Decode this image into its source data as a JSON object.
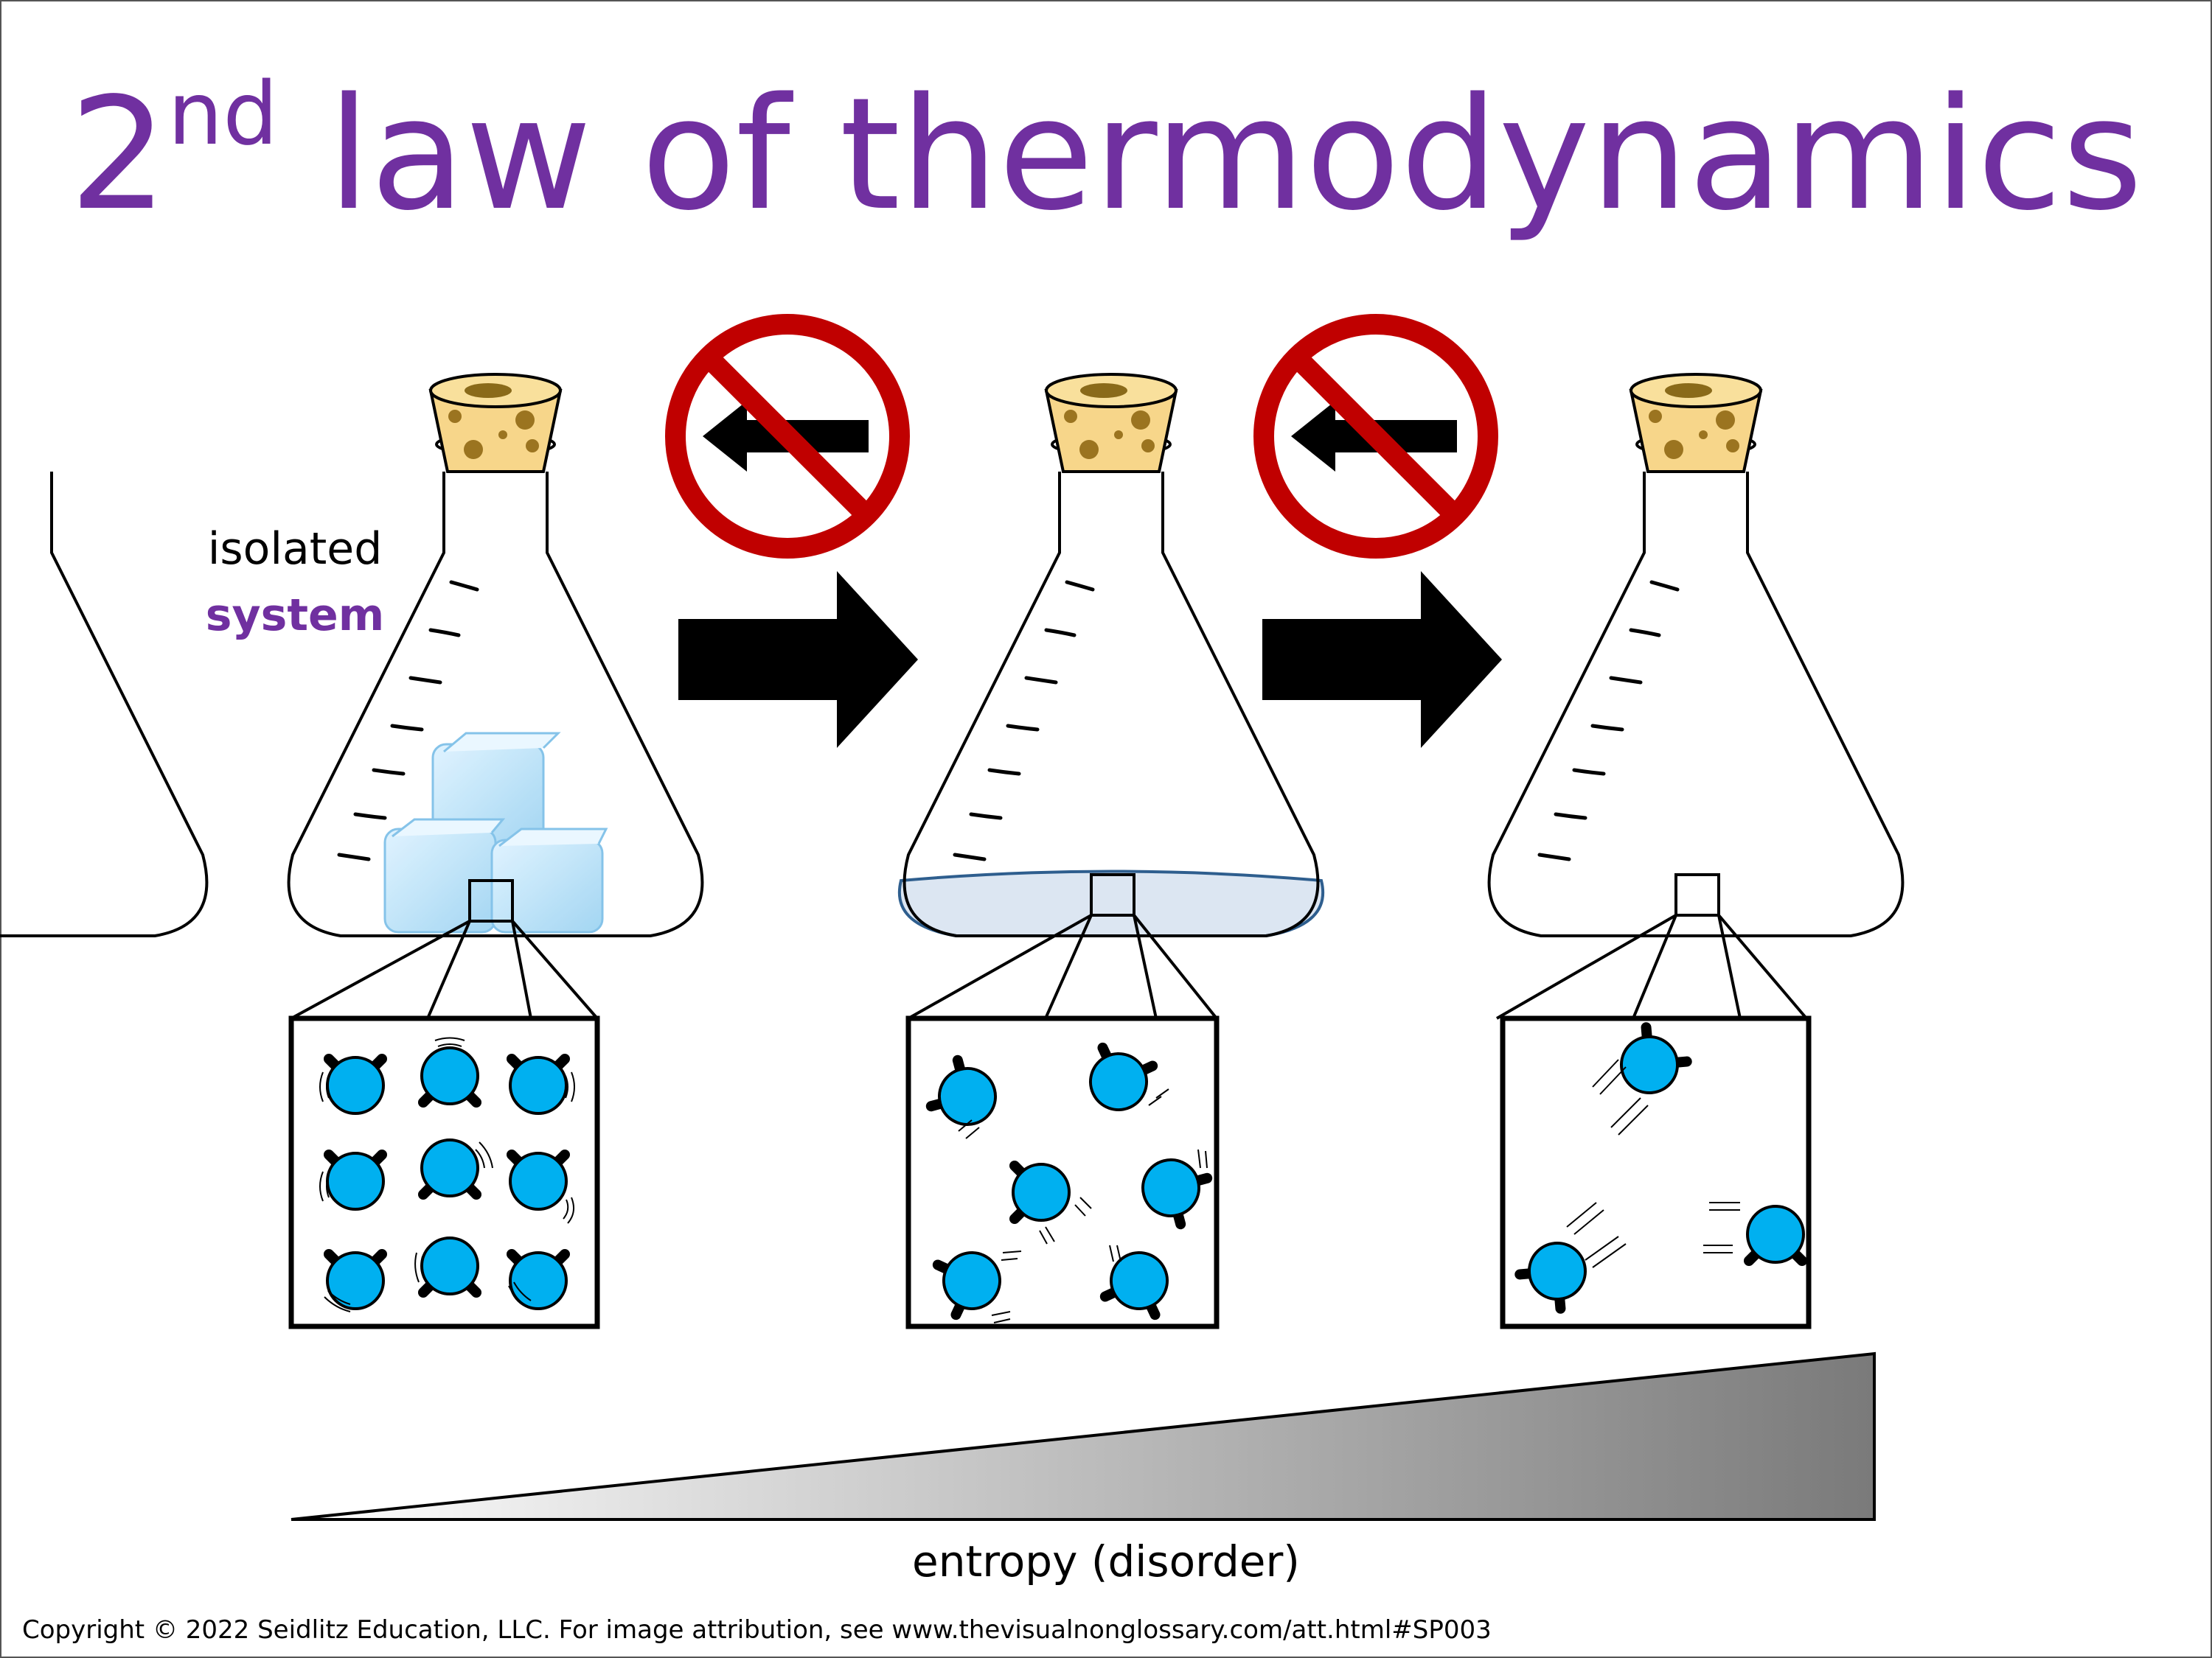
{
  "title": {
    "prefix": "2",
    "superscript": "nd",
    "rest": " law of thermodynamics"
  },
  "system_label": {
    "line1": "isolated",
    "line2": "system"
  },
  "entropy_label": "entropy (disorder)",
  "copyright": "Copyright © 2022 Seidlitz Education, LLC.  For image attribution, see www.thevisualnonglossary.com/att.html#SP003",
  "states": [
    {
      "name": "solid",
      "icon": "ice-cubes-icon"
    },
    {
      "name": "liquid",
      "icon": "water-icon"
    },
    {
      "name": "gas",
      "icon": "empty-icon"
    }
  ],
  "colors": {
    "title": "#7030a0",
    "molecule": "#00b0f0",
    "prohibition": "#c00000",
    "cork": "#f7d68a",
    "water": "#dce6f2"
  }
}
